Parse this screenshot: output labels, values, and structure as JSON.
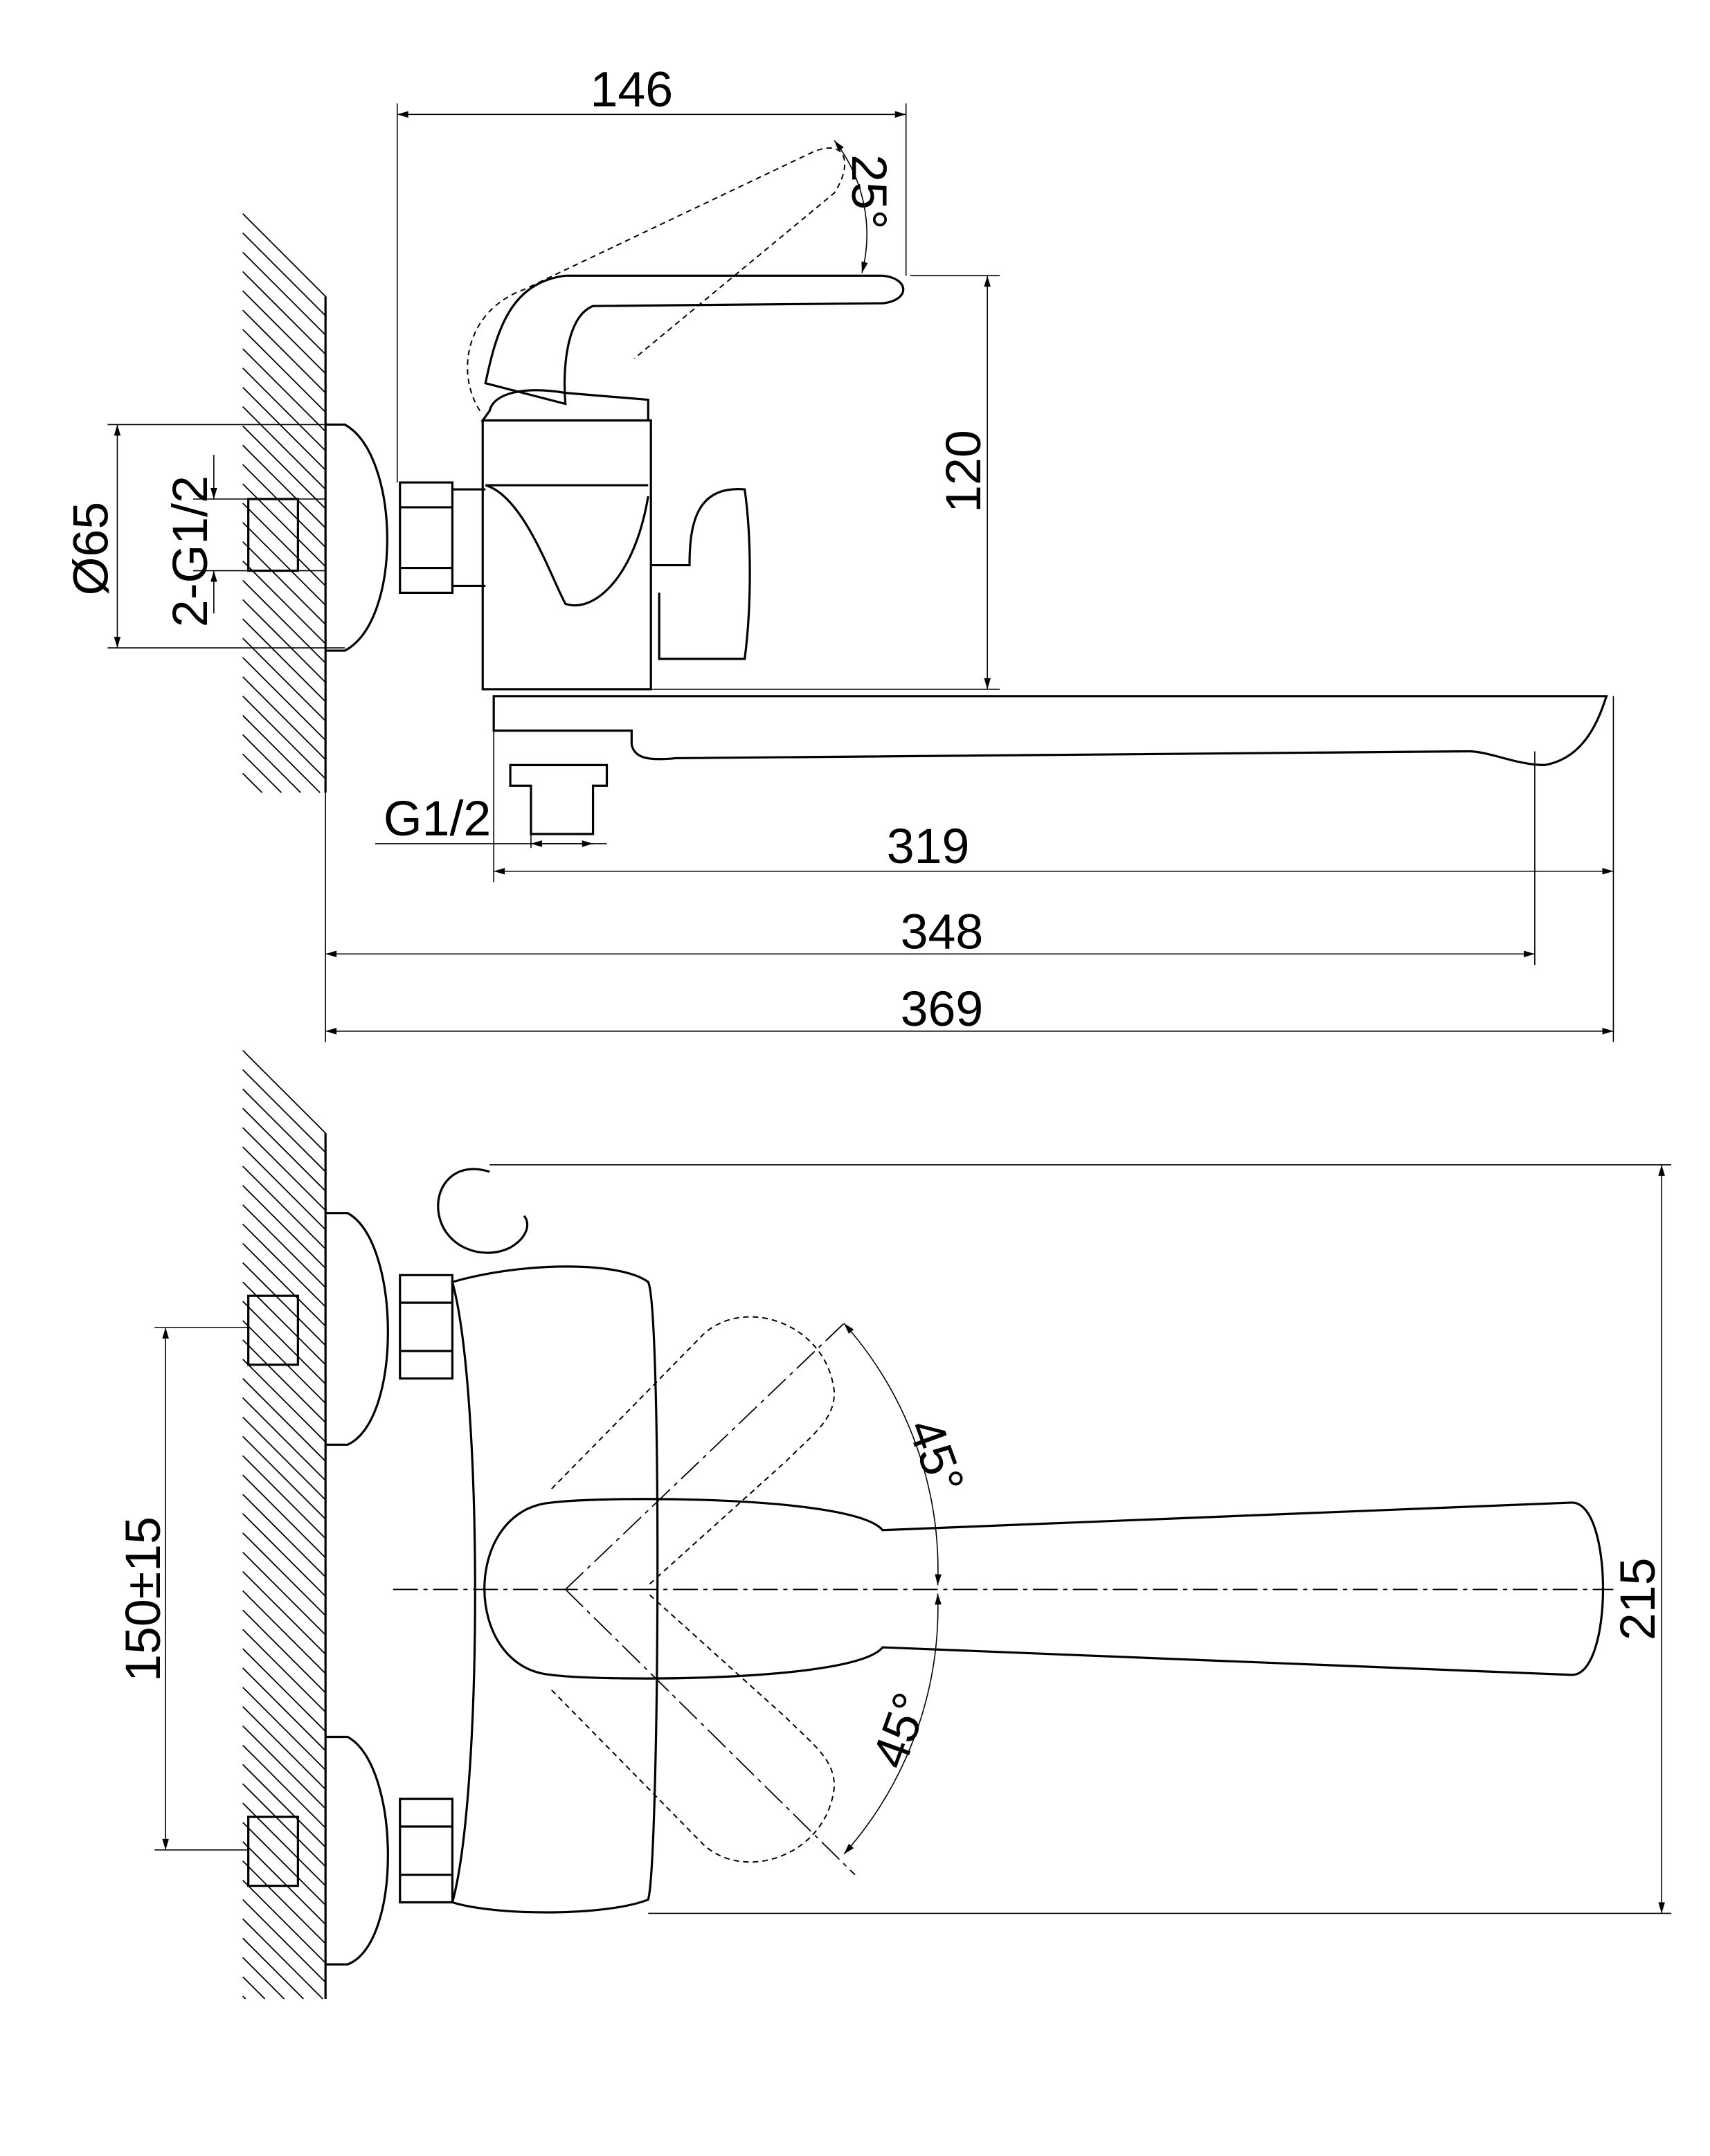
{
  "colors": {
    "line": "#000000",
    "background": "#ffffff"
  },
  "side_view": {
    "dim_width_top": "146",
    "dim_handle_angle": "25°",
    "dim_height": "120",
    "dim_flange_diameter": "Ø65",
    "dim_inlet_thread": "2-G1/2",
    "dim_outlet_thread": "G1/2",
    "dim_spout_length": "319",
    "dim_wall_to_outlet": "348",
    "dim_overall_length": "369"
  },
  "top_view": {
    "dim_angle_upper": "45°",
    "dim_angle_lower": "45°",
    "dim_inlet_spacing": "150±15",
    "dim_overall_width": "215"
  }
}
